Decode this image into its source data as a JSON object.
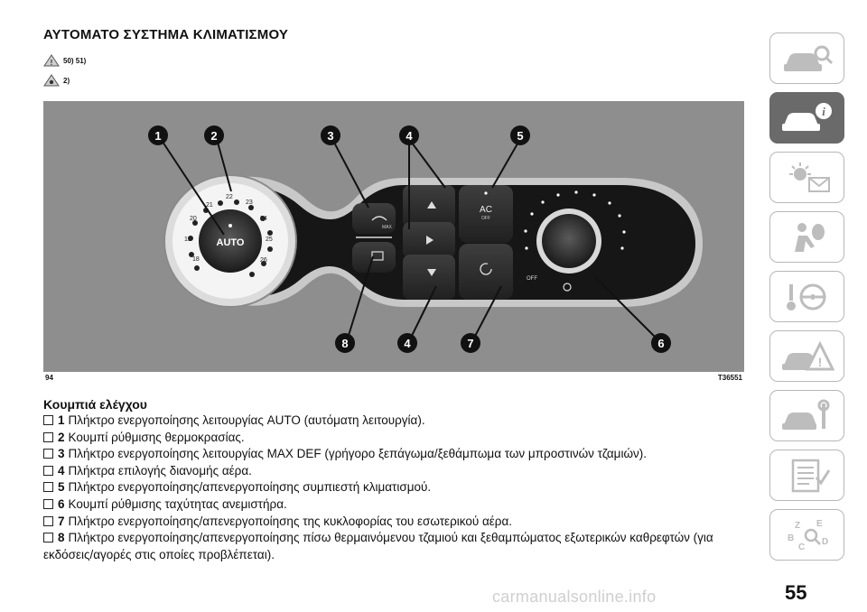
{
  "page": {
    "title": "ΑΥΤΟΜΑΤΟ ΣΥΣΤΗΜΑ ΚΛΙΜΑΤΙΣΜΟΥ",
    "warning_refs_1": "50) 51)",
    "warning_refs_2": "2)",
    "page_number": "55",
    "watermark": "carmanualsonline.info"
  },
  "figure": {
    "page_label": "94",
    "ref_code": "T36551",
    "callouts": [
      "1",
      "2",
      "3",
      "4",
      "5",
      "4",
      "7",
      "6",
      "8"
    ],
    "temps": [
      "18",
      "19",
      "20",
      "21",
      "22",
      "23",
      "24",
      "25",
      "26"
    ],
    "auto_label": "AUTO",
    "ac_label": "AC",
    "ac_off": "OFF",
    "max_label": "MAX",
    "fan_off": "OFF"
  },
  "section": {
    "heading": "Κουμπιά ελέγχου",
    "items": [
      {
        "num": "1",
        "text": "Πλήκτρο ενεργοποίησης λειτουργίας AUTO (αυτόματη λειτουργία)."
      },
      {
        "num": "2",
        "text": "Κουμπί ρύθμισης θερμοκρασίας."
      },
      {
        "num": "3",
        "text": "Πλήκτρο ενεργοποίησης λειτουργίας MAX DEF (γρήγορο ξεπάγωμα/ξεθάμπωμα των μπροστινών τζαμιών)."
      },
      {
        "num": "4",
        "text": "Πλήκτρα επιλογής διανομής αέρα."
      },
      {
        "num": "5",
        "text": "Πλήκτρο ενεργοποίησης/απενεργοποίησης συμπιεστή κλιματισμού."
      },
      {
        "num": "6",
        "text": "Κουμπί ρύθμισης ταχύτητας ανεμιστήρα."
      },
      {
        "num": "7",
        "text": "Πλήκτρο ενεργοποίησης/απενεργοποίησης της κυκλοφορίας του εσωτερικού αέρα."
      },
      {
        "num": "8",
        "text": "Πλήκτρο ενεργοποίησης/απενεργοποίησης πίσω θερμαινόμενου τζαμιού και ξεθαμπώματος εξωτερικών καθρεφτών (για εκδόσεις/αγορές στις οποίες προβλέπεται)."
      }
    ]
  },
  "sidebar": {
    "tabs": [
      {
        "icon": "car-search-icon",
        "active": false
      },
      {
        "icon": "car-info-icon",
        "active": true
      },
      {
        "icon": "dashboard-lights-message-icon",
        "active": false
      },
      {
        "icon": "airbag-person-icon",
        "active": false
      },
      {
        "icon": "steering-key-icon",
        "active": false
      },
      {
        "icon": "car-warning-triangle-icon",
        "active": false
      },
      {
        "icon": "car-wrench-icon",
        "active": false
      },
      {
        "icon": "data-sheet-icon",
        "active": false
      },
      {
        "icon": "alphabet-index-icon",
        "active": false
      }
    ]
  }
}
